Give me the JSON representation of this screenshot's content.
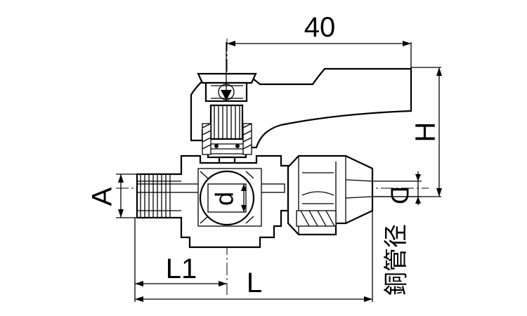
{
  "dimensions": {
    "top_width": "40",
    "height": "H",
    "port_a": "A",
    "port_d": "D",
    "bore": "d",
    "length_l1": "L1",
    "length_l": "L"
  },
  "side_label": "銅管径"
}
